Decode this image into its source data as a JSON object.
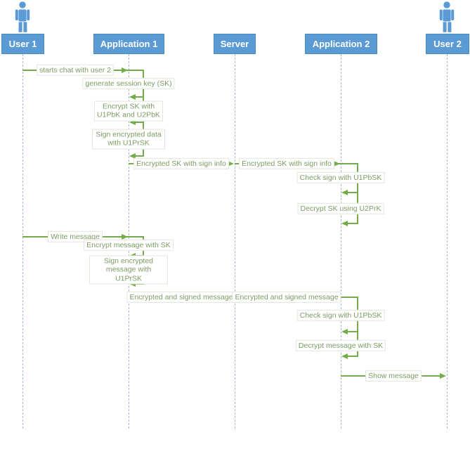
{
  "diagram_type": "uml-sequence-diagram",
  "actors": [
    {
      "label": "User 1",
      "kind": "person"
    },
    {
      "label": "Application 1",
      "kind": "system"
    },
    {
      "label": "Server",
      "kind": "system"
    },
    {
      "label": "Application 2",
      "kind": "system"
    },
    {
      "label": "User 2",
      "kind": "person"
    }
  ],
  "messages": [
    {
      "from": "User 1",
      "to": "Application 1",
      "label": "starts chat with user 2"
    },
    {
      "self": "Application 1",
      "label": "generate session key (SK)"
    },
    {
      "self": "Application 1",
      "label": "Encrypt SK with U1PbK and U2PbK"
    },
    {
      "self": "Application 1",
      "label": "Sign encrypted data with U1PrSK"
    },
    {
      "from": "Application 1",
      "to": "Server",
      "label": "Encrypted SK with sign info"
    },
    {
      "from": "Server",
      "to": "Application 2",
      "label": "Encrypted SK with sign info"
    },
    {
      "self": "Application 2",
      "label": "Check sign with U1PbSK"
    },
    {
      "self": "Application 2",
      "label": "Decrypt SK using U2PrK"
    },
    {
      "from": "User 1",
      "to": "Application 1",
      "label": "Write message"
    },
    {
      "self": "Application 1",
      "label": "Encrypt message with SK"
    },
    {
      "self": "Application 1",
      "label": "Sign encrypted message with U1PrSK"
    },
    {
      "from": "Application 1",
      "to": "Server",
      "label": "Encrypted and signed message"
    },
    {
      "from": "Server",
      "to": "Application 2",
      "label": "Encrypted and signed message"
    },
    {
      "self": "Application 2",
      "label": "Check sign with U1PbSK"
    },
    {
      "self": "Application 2",
      "label": "Decrypt message with SK"
    },
    {
      "from": "Application 2",
      "to": "User 2",
      "label": "Show message"
    }
  ],
  "colors": {
    "actor_fill": "#5b9bd5",
    "actor_border": "#4a8bc6",
    "actor_text": "#ffffff",
    "message_line": "#70ad47",
    "message_text": "#7e9c64",
    "lifeline": "#a8bacc",
    "background": "#ffffff"
  }
}
